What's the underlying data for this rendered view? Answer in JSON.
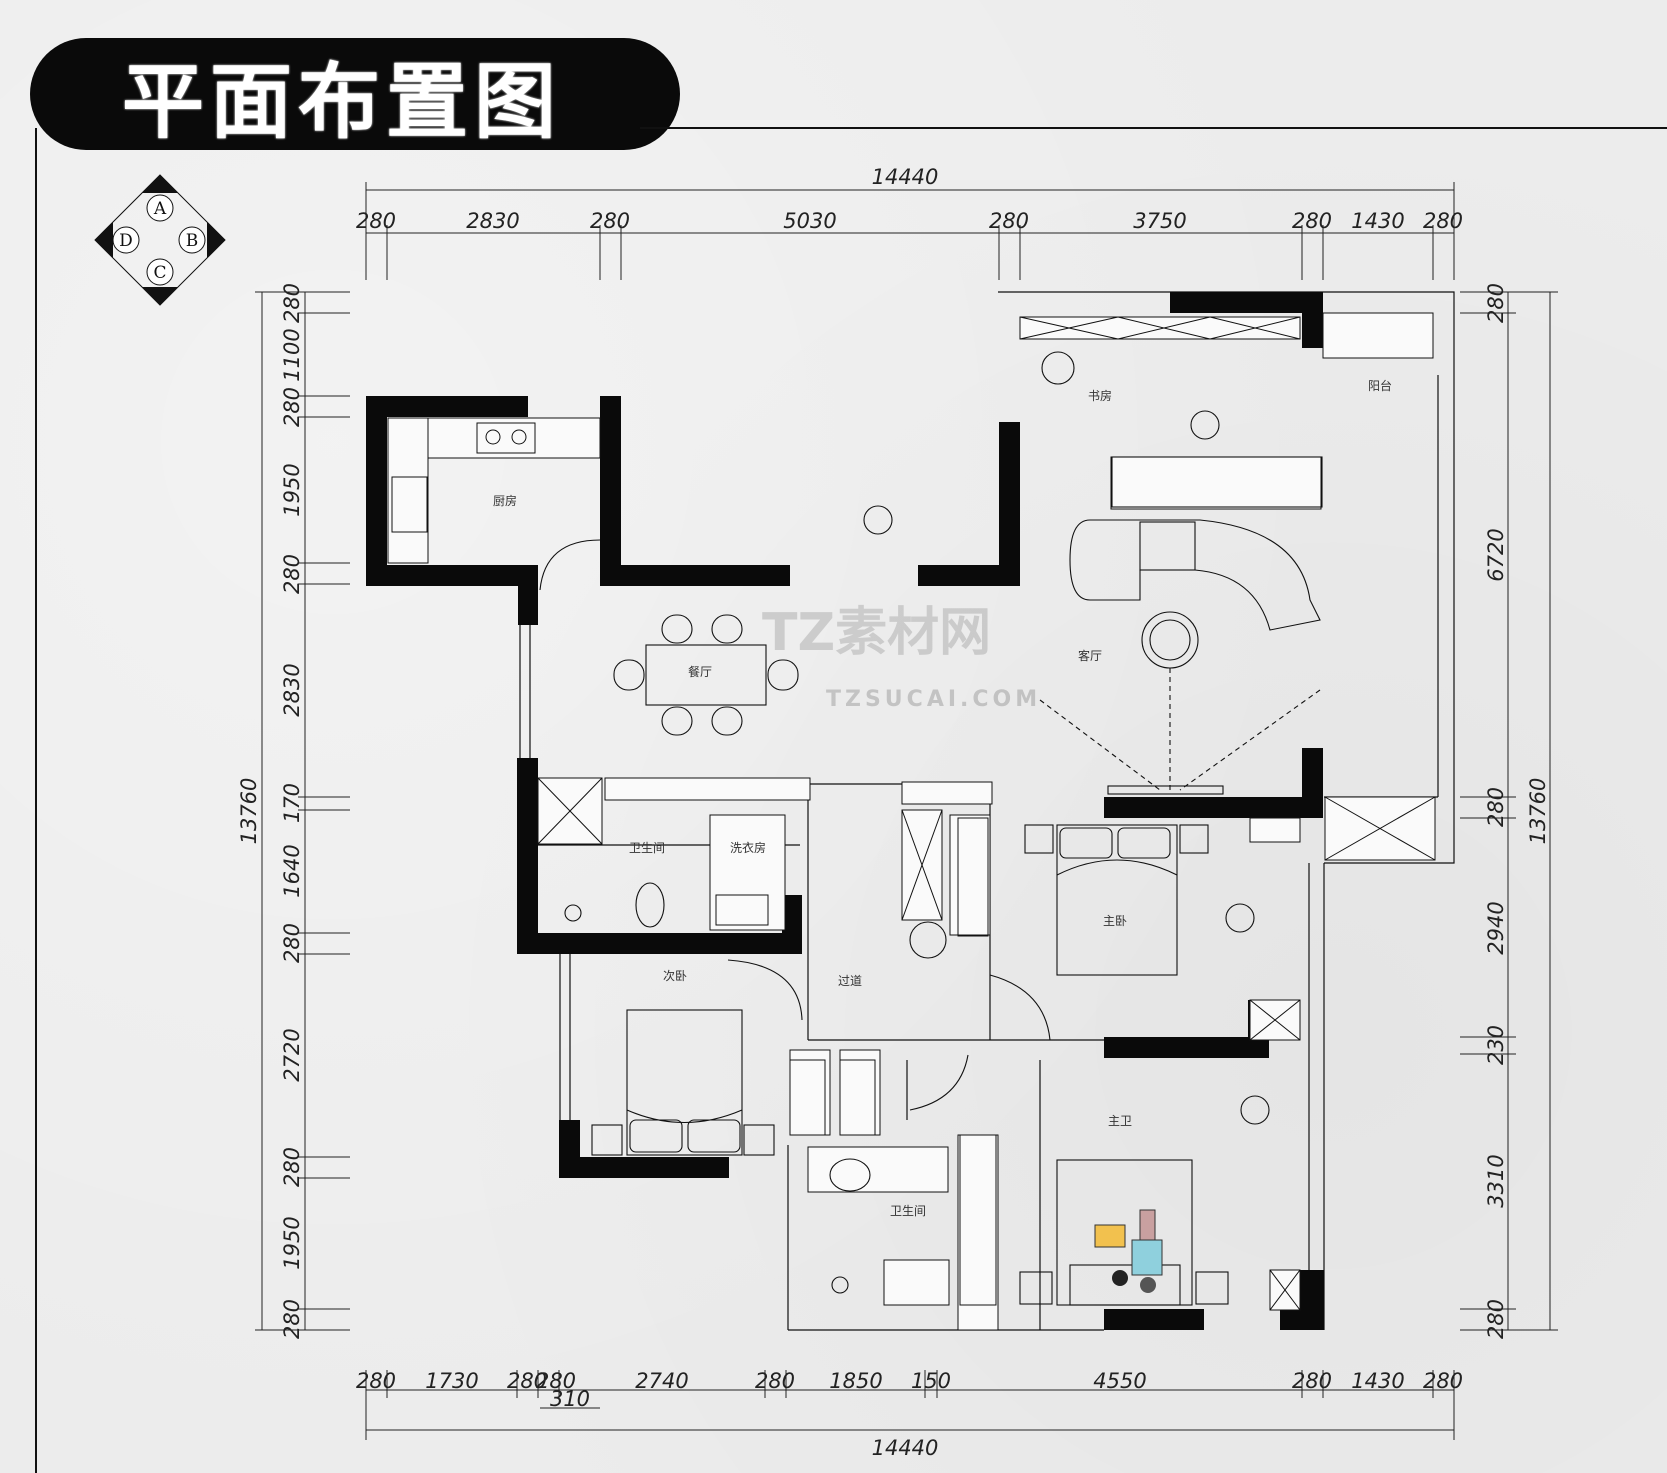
{
  "title": "平面布置图",
  "compass": [
    "A",
    "B",
    "C",
    "D"
  ],
  "watermark": {
    "brand": "TZ素材网",
    "url": "TZSUCAI.COM"
  },
  "dimensions": {
    "top_total": "14440",
    "top": [
      "280",
      "2830",
      "280",
      "5030",
      "280",
      "3750",
      "280",
      "1430",
      "280"
    ],
    "bottom": [
      "280",
      "1730",
      "280",
      "280",
      "2740",
      "280",
      "1850",
      "150",
      "4550",
      "280",
      "1430",
      "280"
    ],
    "bottom_sub": "310",
    "bottom_total": "14440",
    "left_total": "13760",
    "left": [
      "280",
      "1100",
      "280",
      "1950",
      "280",
      "2830",
      "170",
      "1640",
      "280",
      "2720",
      "280",
      "1950",
      "280"
    ],
    "right_total": "13760",
    "right": [
      "280",
      "6720",
      "280",
      "2940",
      "230",
      "3310",
      "280"
    ]
  },
  "rooms": {
    "kitchen": "厨房",
    "dining": "餐厅",
    "living": "客厅",
    "study": "书房",
    "corridor": "过道",
    "bedroom2": "次卧",
    "master": "主卧",
    "bath1": "卫生间",
    "laundry": "洗衣房",
    "bath2": "卫生间",
    "balcony": "阳台",
    "master_bath": "主卫"
  }
}
